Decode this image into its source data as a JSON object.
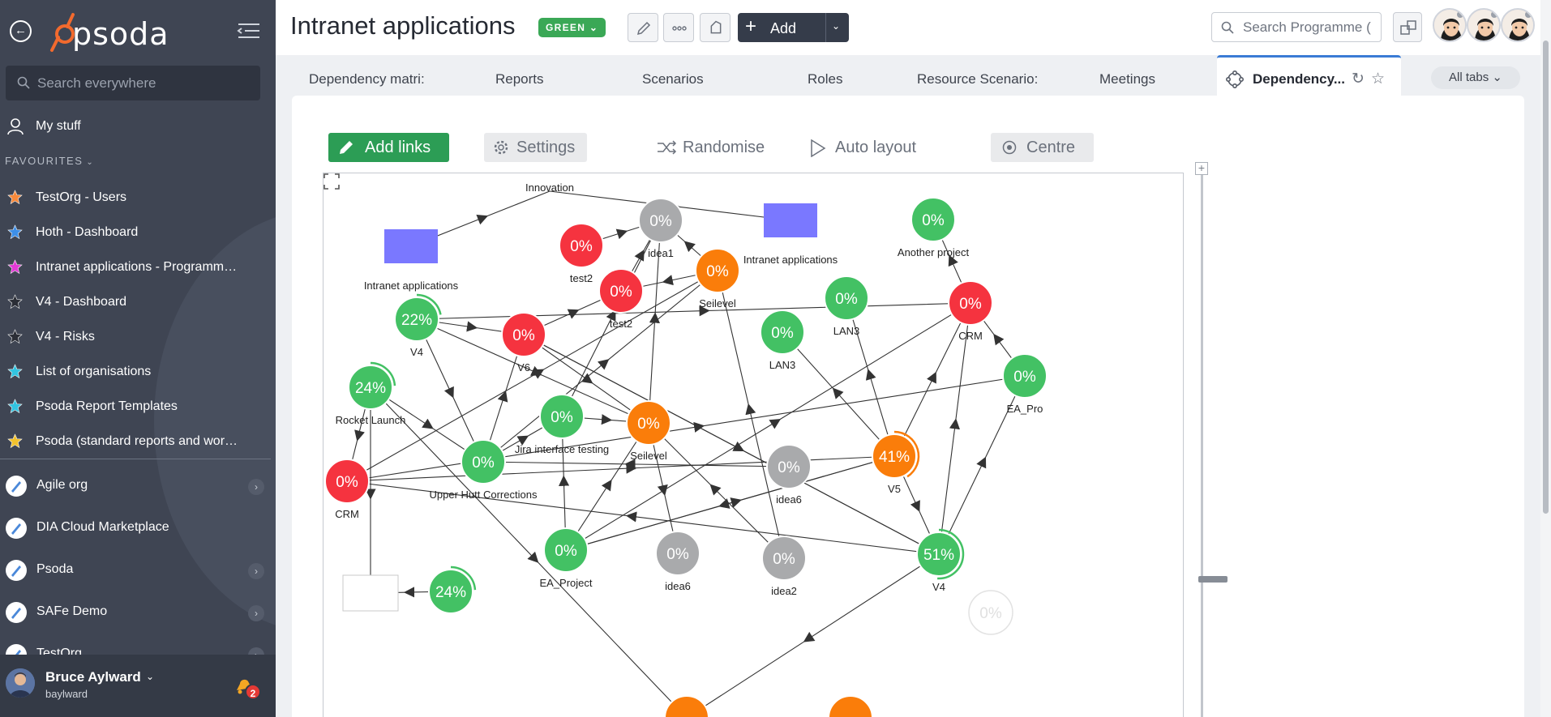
{
  "sidebar": {
    "logo_text": "psoda",
    "search_placeholder": "Search everywhere",
    "my_stuff": "My stuff",
    "favourites_heading": "FAVOURITES",
    "favourites": [
      {
        "label": "TestOrg - Users",
        "star_color": "#f7893b"
      },
      {
        "label": "Hoth - Dashboard",
        "star_color": "#3d8fe8"
      },
      {
        "label": "Intranet applications - Programme...",
        "star_color": "#e23ad6"
      },
      {
        "label": "V4 - Dashboard",
        "star_color": "#2b2e36"
      },
      {
        "label": "V4 - Risks",
        "star_color": "#2b2e36"
      },
      {
        "label": "List of organisations",
        "star_color": "#32c4e0"
      },
      {
        "label": "Psoda Report Templates",
        "star_color": "#32c4e0"
      },
      {
        "label": "Psoda (standard reports and work...",
        "star_color": "#f2c22e"
      }
    ],
    "orgs": [
      {
        "label": "Agile org",
        "has_arrow": true
      },
      {
        "label": "DIA Cloud Marketplace",
        "has_arrow": false
      },
      {
        "label": "Psoda",
        "has_arrow": true
      },
      {
        "label": "SAFe Demo",
        "has_arrow": true
      },
      {
        "label": "TestOrg",
        "has_arrow": true
      }
    ],
    "user": {
      "name": "Bruce Aylward",
      "username": "baylward",
      "notifications": "2"
    }
  },
  "header": {
    "title": "Intranet applications",
    "status": "GREEN",
    "status_color": "#3aa856",
    "add_label": "Add",
    "search_placeholder": "Search Programme (",
    "icons": [
      "pencil-icon",
      "ellipsis-icon",
      "tag-icon",
      "plus-icon",
      "switch-icon"
    ]
  },
  "tabs": [
    {
      "label": "Dependency matri:"
    },
    {
      "label": "Reports"
    },
    {
      "label": "Scenarios"
    },
    {
      "label": "Roles"
    },
    {
      "label": "Resource Scenario:"
    },
    {
      "label": "Meetings"
    }
  ],
  "active_tab": {
    "label": "Dependency..."
  },
  "all_tabs_label": "All tabs",
  "toolbar": {
    "add_links": "Add links",
    "settings": "Settings",
    "randomise": "Randomise",
    "auto_layout": "Auto layout",
    "centre": "Centre"
  },
  "graph": {
    "colors": {
      "green": "#43c164",
      "red": "#f5333f",
      "orange": "#fa7d0a",
      "grey": "#a9aaac",
      "blue": "#7a78ff"
    },
    "nodes": [
      {
        "id": "innov",
        "shape": "label",
        "label": "Innovation"
      },
      {
        "id": "ia1",
        "shape": "box",
        "color": "blue",
        "label": "Intranet applications"
      },
      {
        "id": "ia2",
        "shape": "box",
        "color": "blue",
        "label": "Intranet applications"
      },
      {
        "id": "test2a",
        "shape": "circle",
        "color": "red",
        "pct": "0%",
        "label": "test2"
      },
      {
        "id": "idea1",
        "shape": "circle",
        "color": "grey",
        "pct": "0%",
        "label": "idea1"
      },
      {
        "id": "another",
        "shape": "circle",
        "color": "green",
        "pct": "0%",
        "label": "Another project"
      },
      {
        "id": "test2b",
        "shape": "circle",
        "color": "red",
        "pct": "0%",
        "label": "test2"
      },
      {
        "id": "seil1",
        "shape": "circle",
        "color": "orange",
        "pct": "0%",
        "label": "Seilevel"
      },
      {
        "id": "v4a",
        "shape": "circle",
        "color": "green",
        "pct": "22%",
        "progress": 0.22,
        "label": "V4"
      },
      {
        "id": "v6",
        "shape": "circle",
        "color": "red",
        "pct": "0%",
        "label": "V6"
      },
      {
        "id": "lan3a",
        "shape": "circle",
        "color": "green",
        "pct": "0%",
        "label": "LAN3"
      },
      {
        "id": "lan3b",
        "shape": "circle",
        "color": "green",
        "pct": "0%",
        "label": "LAN3"
      },
      {
        "id": "crm1",
        "shape": "circle",
        "color": "red",
        "pct": "0%",
        "label": "CRM"
      },
      {
        "id": "eapro",
        "shape": "circle",
        "color": "green",
        "pct": "0%",
        "label": "EA_Pro"
      },
      {
        "id": "rocket",
        "shape": "circle",
        "color": "green",
        "pct": "24%",
        "progress": 0.24,
        "label": "Rocket Launch"
      },
      {
        "id": "jira",
        "shape": "circle",
        "color": "green",
        "pct": "0%",
        "label": "Jira interface testing"
      },
      {
        "id": "seil2",
        "shape": "circle",
        "color": "orange",
        "pct": "0%",
        "label": "Seilevel"
      },
      {
        "id": "upper",
        "shape": "circle",
        "color": "green",
        "pct": "0%",
        "label": "Upper Hutt Corrections"
      },
      {
        "id": "idea6a",
        "shape": "circle",
        "color": "grey",
        "pct": "0%",
        "label": "idea6"
      },
      {
        "id": "v5",
        "shape": "circle",
        "color": "orange",
        "pct": "41%",
        "progress": 0.41,
        "label": "V5"
      },
      {
        "id": "crm2",
        "shape": "circle",
        "color": "red",
        "pct": "0%",
        "label": "CRM"
      },
      {
        "id": "eaproj",
        "shape": "circle",
        "color": "green",
        "pct": "0%",
        "label": "EA_Project"
      },
      {
        "id": "idea6b",
        "shape": "circle",
        "color": "grey",
        "pct": "0%",
        "label": "idea6"
      },
      {
        "id": "idea2",
        "shape": "circle",
        "color": "grey",
        "pct": "0%",
        "label": "idea2"
      },
      {
        "id": "v4b",
        "shape": "circle",
        "color": "green",
        "pct": "51%",
        "progress": 0.51,
        "label": "V4"
      },
      {
        "id": "whitebox",
        "shape": "box",
        "color": "white",
        "label": ""
      },
      {
        "id": "n24b",
        "shape": "circle",
        "color": "green",
        "pct": "24%",
        "progress": 0.24,
        "label": ""
      },
      {
        "id": "orange_b1",
        "shape": "circle",
        "color": "orange",
        "pct": "",
        "label": ""
      },
      {
        "id": "orange_b2",
        "shape": "circle",
        "color": "orange",
        "pct": "",
        "label": ""
      },
      {
        "id": "faint",
        "shape": "circle",
        "color": "faint",
        "pct": "0%",
        "label": ""
      }
    ],
    "edges": [
      [
        "ia1",
        "innov"
      ],
      [
        "innov",
        "ia2"
      ],
      [
        "test2a",
        "idea1"
      ],
      [
        "test2b",
        "idea1"
      ],
      [
        "seil1",
        "idea1"
      ],
      [
        "crm1",
        "another"
      ],
      [
        "seil1",
        "test2b"
      ],
      [
        "v6",
        "test2b"
      ],
      [
        "v4a",
        "v6"
      ],
      [
        "v4a",
        "crm1"
      ],
      [
        "v4a",
        "seil2"
      ],
      [
        "v4a",
        "upper"
      ],
      [
        "v6",
        "seil2"
      ],
      [
        "jira",
        "seil2"
      ],
      [
        "upper",
        "v6"
      ],
      [
        "rocket",
        "upper"
      ],
      [
        "rocket",
        "crm2"
      ],
      [
        "crm2",
        "v5"
      ],
      [
        "crm2",
        "seil1"
      ],
      [
        "v6",
        "v4b"
      ],
      [
        "v4b",
        "crm1"
      ],
      [
        "v4b",
        "crm2"
      ],
      [
        "idea6a",
        "upper"
      ],
      [
        "eaproj",
        "crm1"
      ],
      [
        "eaproj",
        "jira"
      ],
      [
        "v5",
        "lan3a"
      ],
      [
        "v5",
        "lan3b"
      ],
      [
        "v5",
        "crm1"
      ],
      [
        "v5",
        "v4b"
      ],
      [
        "v4b",
        "eapro"
      ],
      [
        "eapro",
        "crm1"
      ],
      [
        "idea2",
        "seil1"
      ],
      [
        "idea2",
        "seil2"
      ],
      [
        "seil2",
        "idea6b"
      ],
      [
        "eaproj",
        "v5"
      ],
      [
        "upper",
        "jira"
      ],
      [
        "jira",
        "idea1"
      ],
      [
        "eaproj",
        "seil2"
      ],
      [
        "v6",
        "v4b"
      ],
      [
        "v5",
        "eaproj"
      ],
      [
        "rocket",
        "orange_b1"
      ],
      [
        "n24b",
        "whitebox"
      ],
      [
        "rocket",
        "whitebox"
      ],
      [
        "v4b",
        "orange_b1"
      ],
      [
        "crm2",
        "eapro"
      ],
      [
        "upper",
        "seil1"
      ],
      [
        "seil2",
        "idea1"
      ]
    ]
  }
}
